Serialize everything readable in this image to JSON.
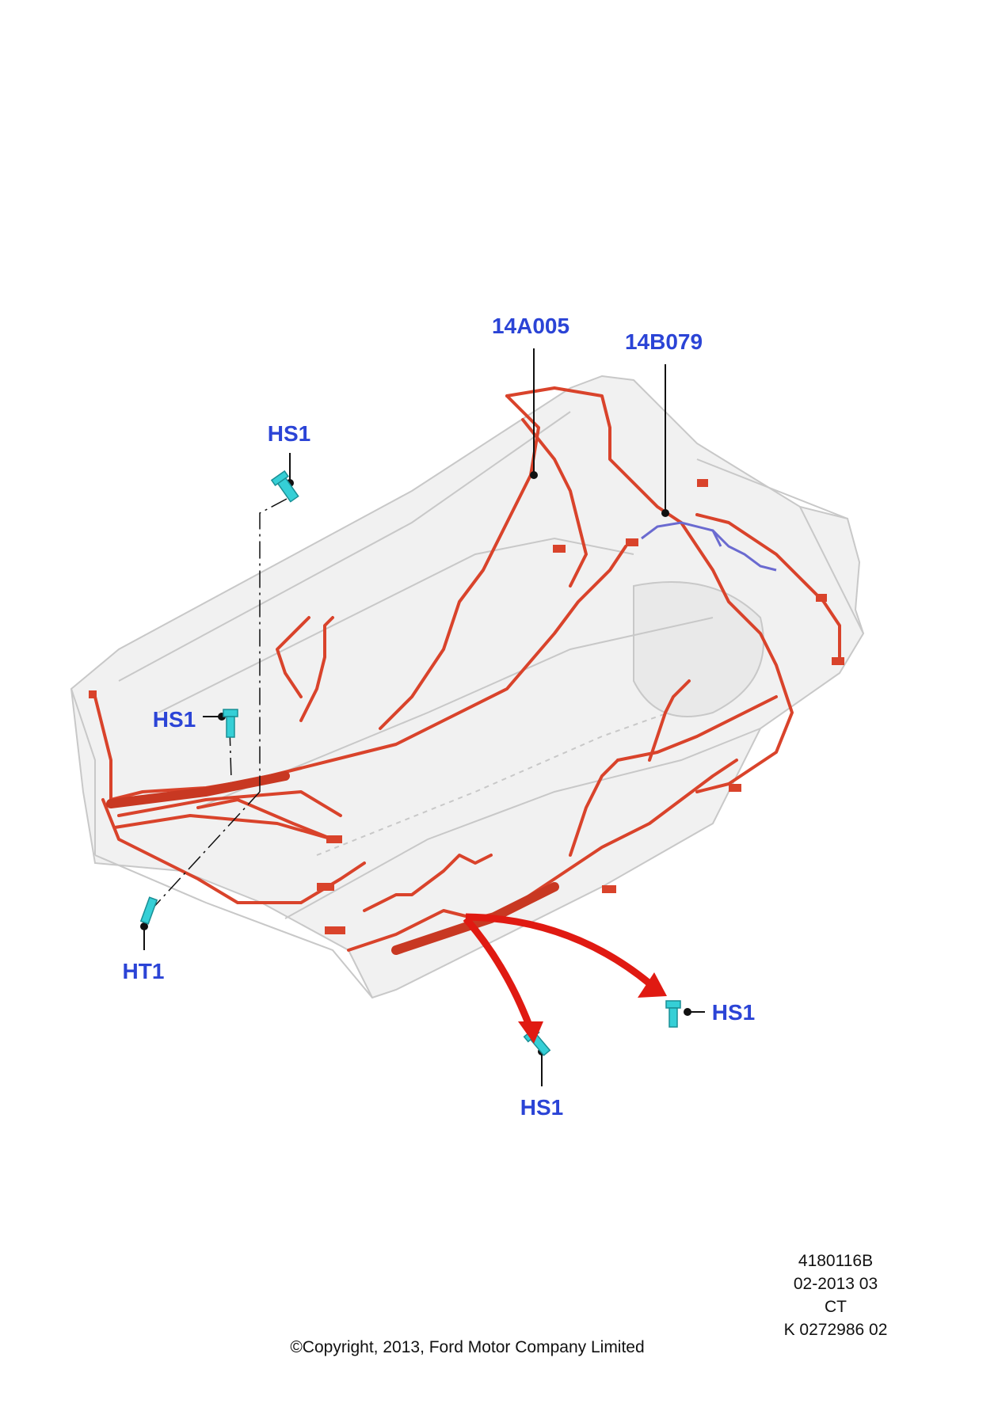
{
  "callouts": {
    "part_14a005": "14A005",
    "part_14b079": "14B079",
    "hs1_top": "HS1",
    "hs1_left": "HS1",
    "ht1": "HT1",
    "hs1_right": "HS1",
    "hs1_bottom": "HS1"
  },
  "footer": {
    "part_number": "4180116B",
    "date": "02-2013 03",
    "region": "CT",
    "catalog_code": "K 0272986 02",
    "copyright": "©Copyright, 2013, Ford Motor Company Limited"
  },
  "colors": {
    "harness": "#d9432b",
    "harness_secondary": "#6a6ad0",
    "callout_text": "#2b44d6",
    "fastener": "#35cfd6",
    "arrow": "#e01a12",
    "body_outline": "#c8c8c8"
  }
}
